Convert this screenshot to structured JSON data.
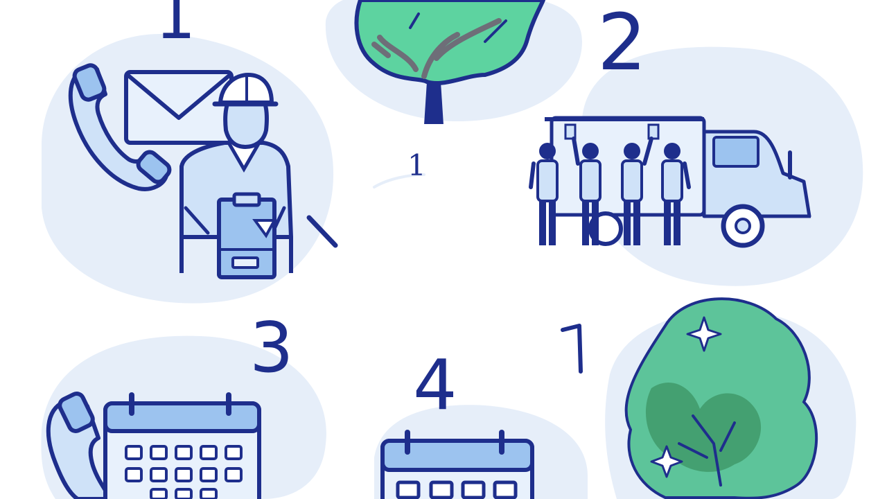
{
  "steps": [
    {
      "number": "1",
      "icon": "contact-inspector-icon"
    },
    {
      "number": "2",
      "icon": "crew-truck-icon"
    },
    {
      "number": "3",
      "icon": "phone-calendar-icon"
    },
    {
      "number": "4",
      "icon": "calendar-icon"
    }
  ],
  "center_label": "1",
  "colors": {
    "ink": "#1e2e8c",
    "blob": "#e4eefa",
    "light_blue": "#cfe2f8",
    "mid_blue": "#9cc3ef",
    "tree_green": "#5dd3a0",
    "tree_dark": "#3f9a6a"
  }
}
